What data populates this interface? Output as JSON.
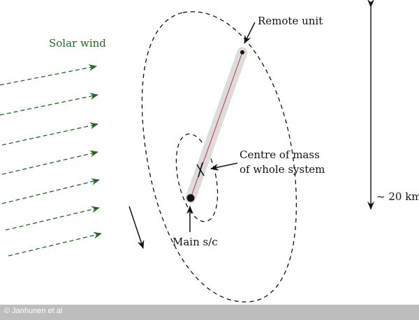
{
  "labels": {
    "solar_wind": "Solar wind",
    "remote_unit": "Remote unit",
    "centre_of_mass_line1": "Centre of mass",
    "centre_of_mass_line2": "of whole system",
    "main_sc": "Main s/c",
    "scale": "~ 20 km"
  },
  "credit": "© Janhunen et al",
  "colors": {
    "wind_arrows": "#1e6b1e",
    "tether": "#c0392b",
    "tether_halo": "#dcdcdc",
    "ink": "#111111",
    "credit_bar": "#bdbdbd"
  }
}
